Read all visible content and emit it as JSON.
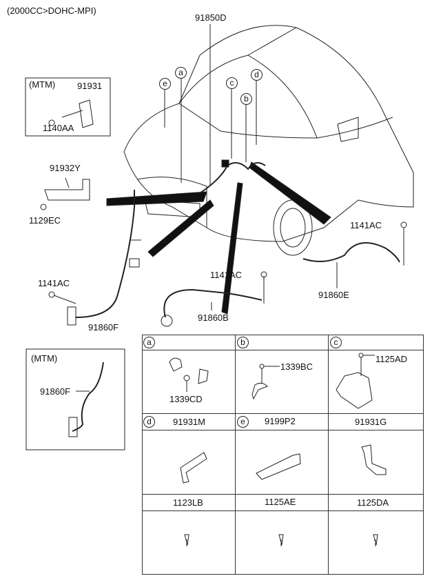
{
  "header": {
    "engine_note": "(2000CC>DOHC-MPI)"
  },
  "callouts": {
    "a": "a",
    "b": "b",
    "c": "c",
    "d": "d",
    "e": "e"
  },
  "parts": {
    "p91850D": "91850D",
    "mtm1": "(MTM)",
    "p91931": "91931",
    "p1140AA": "1140AA",
    "p91932Y": "91932Y",
    "p1129EC": "1129EC",
    "p1141AC_left": "1141AC",
    "p91860F": "91860F",
    "p1141AC_mid": "1141AC",
    "p91860B": "91860B",
    "p1141AC_right": "1141AC",
    "p91860E": "91860E",
    "mtm2": "(MTM)",
    "p91860F_mtm": "91860F"
  },
  "table": {
    "row1": [
      {
        "key": "a",
        "part": "1339CD"
      },
      {
        "key": "b",
        "part": "1339BC"
      },
      {
        "key": "c",
        "part": "1125AD"
      }
    ],
    "row2": [
      {
        "key": "d",
        "part": "91931M"
      },
      {
        "key": "e",
        "part": "9199P2"
      },
      {
        "key": "",
        "part": "91931G"
      }
    ],
    "row3": [
      {
        "part": "1123LB"
      },
      {
        "part": "1125AE"
      },
      {
        "part": "1125DA"
      }
    ]
  }
}
